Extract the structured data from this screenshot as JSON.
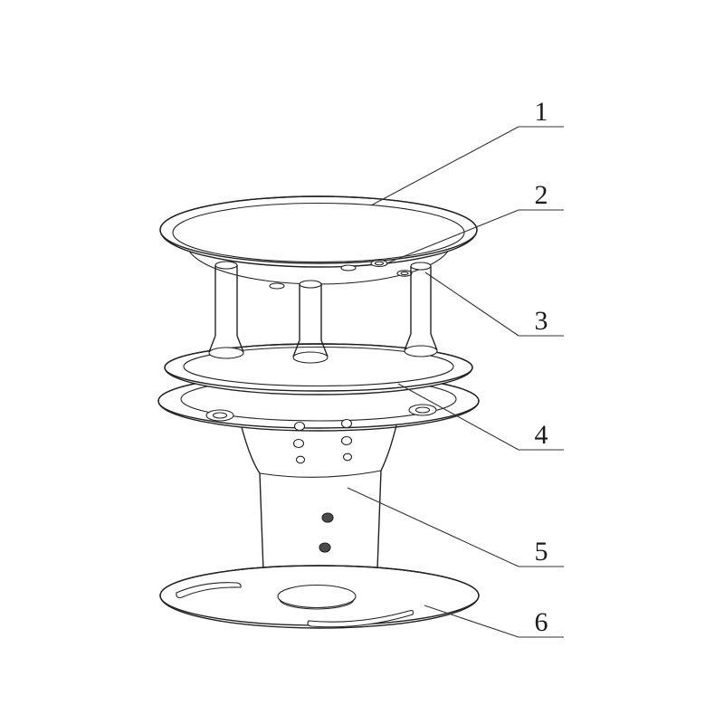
{
  "figure": {
    "background": "#ffffff",
    "line_color": "#222222",
    "callouts": [
      {
        "label": "1"
      },
      {
        "label": "2"
      },
      {
        "label": "3"
      },
      {
        "label": "4"
      },
      {
        "label": "5"
      },
      {
        "label": "6"
      }
    ]
  }
}
